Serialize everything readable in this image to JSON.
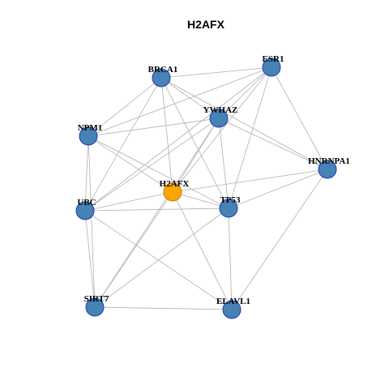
{
  "title": "H2AFX",
  "colors": {
    "focus_node": "#FFA500",
    "focus_node_border": "#C08000",
    "node": "#4682B4",
    "node_border": "#1E3CB4",
    "edge": "#B0B0B0",
    "background": "#FFFFFF"
  },
  "network": {
    "focus": "H2AFX",
    "nodes": [
      {
        "id": "BRCA1",
        "label": "BRCA1"
      },
      {
        "id": "ESR1",
        "label": "ESR1"
      },
      {
        "id": "YWHAZ",
        "label": "YWHAZ"
      },
      {
        "id": "NPM1",
        "label": "NPM1"
      },
      {
        "id": "HNRNPA1",
        "label": "HNRNPA1"
      },
      {
        "id": "H2AFX",
        "label": "H2AFX"
      },
      {
        "id": "UBC",
        "label": "UBC"
      },
      {
        "id": "TP53",
        "label": "TP53"
      },
      {
        "id": "SIRT7",
        "label": "SIRT7"
      },
      {
        "id": "ELAVL1",
        "label": "ELAVL1"
      }
    ],
    "edges": [
      [
        "BRCA1",
        "ESR1"
      ],
      [
        "BRCA1",
        "YWHAZ"
      ],
      [
        "BRCA1",
        "NPM1"
      ],
      [
        "BRCA1",
        "HNRNPA1"
      ],
      [
        "BRCA1",
        "H2AFX"
      ],
      [
        "BRCA1",
        "UBC"
      ],
      [
        "BRCA1",
        "TP53"
      ],
      [
        "ESR1",
        "YWHAZ"
      ],
      [
        "ESR1",
        "NPM1"
      ],
      [
        "ESR1",
        "HNRNPA1"
      ],
      [
        "ESR1",
        "H2AFX"
      ],
      [
        "ESR1",
        "TP53"
      ],
      [
        "ESR1",
        "UBC"
      ],
      [
        "YWHAZ",
        "NPM1"
      ],
      [
        "YWHAZ",
        "HNRNPA1"
      ],
      [
        "YWHAZ",
        "H2AFX"
      ],
      [
        "YWHAZ",
        "UBC"
      ],
      [
        "YWHAZ",
        "TP53"
      ],
      [
        "YWHAZ",
        "SIRT7"
      ],
      [
        "NPM1",
        "H2AFX"
      ],
      [
        "NPM1",
        "UBC"
      ],
      [
        "NPM1",
        "TP53"
      ],
      [
        "NPM1",
        "SIRT7"
      ],
      [
        "HNRNPA1",
        "H2AFX"
      ],
      [
        "HNRNPA1",
        "TP53"
      ],
      [
        "HNRNPA1",
        "ELAVL1"
      ],
      [
        "H2AFX",
        "UBC"
      ],
      [
        "H2AFX",
        "TP53"
      ],
      [
        "H2AFX",
        "SIRT7"
      ],
      [
        "H2AFX",
        "ELAVL1"
      ],
      [
        "UBC",
        "TP53"
      ],
      [
        "UBC",
        "SIRT7"
      ],
      [
        "UBC",
        "ELAVL1"
      ],
      [
        "TP53",
        "SIRT7"
      ],
      [
        "TP53",
        "ELAVL1"
      ],
      [
        "SIRT7",
        "ELAVL1"
      ]
    ]
  }
}
